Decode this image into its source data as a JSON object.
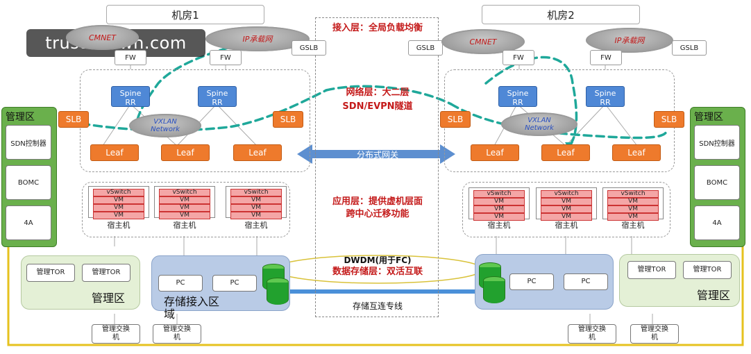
{
  "watermark": "trust-crown.com",
  "rooms": {
    "left": "机房1",
    "right": "机房2"
  },
  "center": {
    "access_layer": "接入层：全局负载均衡",
    "network_layer_line1": "网络层：大二层",
    "network_layer_line2": "SDN/EVPN隧道",
    "gateway": "分布式网关",
    "app_layer_line1": "应用层：提供虚机层面",
    "app_layer_line2": "跨中心迁移功能",
    "dwdm": "DWDM(用于FC)",
    "storage_layer": "数据存储层：双活互联",
    "storage_link": "存储互连专线"
  },
  "clouds": {
    "cmnet_left": "CMNET",
    "ip_left": "IP承载网",
    "cmnet_right": "CMNET",
    "ip_right": "IP承载网",
    "vxlan_line1": "VXLAN",
    "vxlan_line2": "Network"
  },
  "labels": {
    "gslb": "GSLB",
    "fw": "FW",
    "slb": "SLB",
    "spine_line1": "Spine",
    "spine_line2": "RR",
    "leaf": "Leaf",
    "vswitch": "vSwitch",
    "vm": "VM",
    "host": "宿主机",
    "mgmt_zone": "管理区",
    "sdn_controller": "SDN控制器",
    "bomc": "BOMC",
    "fourA": "4A",
    "mgmt_tor": "管理TOR",
    "pc": "PC",
    "storage_zone_line1": "存储接入区",
    "storage_zone_line2": "域",
    "mgmt_switch_line1": "管理交换",
    "mgmt_switch_line2": "机"
  },
  "colors": {
    "spine": "#4f88d6",
    "orange": "#ee7a2c",
    "mgmt_green": "#6ab04c",
    "vm_pink": "#f4a6a6",
    "storage_blue": "#b9cbe6",
    "teal_dashed": "#1fa89a",
    "yellow_line": "#e6c21e",
    "red_text": "#c41a1a"
  }
}
